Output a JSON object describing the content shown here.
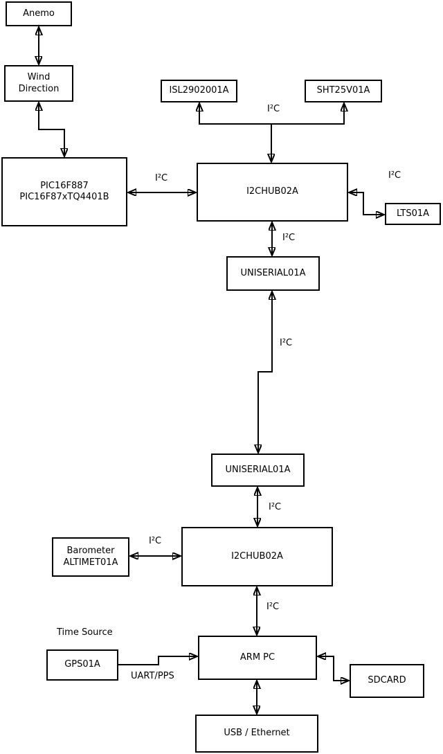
{
  "diagram": {
    "title": "weather-station-block-diagram",
    "boxes": {
      "anemo": {
        "label": "Anemo"
      },
      "wind_direction": {
        "label": "Wind\nDirection"
      },
      "pic": {
        "label": "PIC16F887\nPIC16F87xTQ4401B"
      },
      "isl": {
        "label": "ISL2902001A"
      },
      "sht": {
        "label": "SHT25V01A"
      },
      "i2c_hub_top": {
        "label": "I2CHUB02A"
      },
      "lts": {
        "label": "LTS01A"
      },
      "uniserial_top": {
        "label": "UNISERIAL01A"
      },
      "uniserial_bottom": {
        "label": "UNISERIAL01A"
      },
      "barometer": {
        "label": "Barometer\nALTIMET01A"
      },
      "i2c_hub_bottom": {
        "label": "I2CHUB02A"
      },
      "gps": {
        "label": "GPS01A"
      },
      "arm_pc": {
        "label": "ARM PC"
      },
      "sdcard": {
        "label": "SDCARD"
      },
      "usb_ethernet": {
        "label": "USB / Ethernet"
      }
    },
    "edge_labels": {
      "i2c": "I²C",
      "time_source": "Time Source",
      "uart_pps": "UART/PPS"
    },
    "colors": {
      "line": "#000000",
      "box_fill": "#ffffff",
      "background": "#ffffff"
    }
  }
}
